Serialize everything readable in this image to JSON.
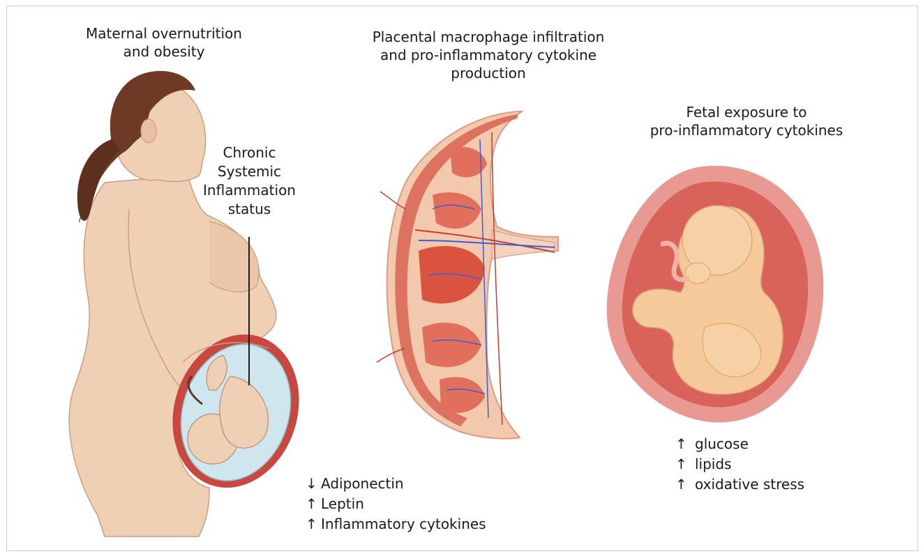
{
  "labels": {
    "maternal": [
      "Maternal overnutrition",
      "and obesity"
    ],
    "systemic": [
      "Chronic",
      "Systemic",
      "Inflammation",
      "status"
    ],
    "placental": [
      "Placental macrophage infiltration",
      "and pro-inflammatory cytokine",
      "production"
    ],
    "fetal": [
      "Fetal exposure to",
      "pro-inflammatory cytokines"
    ]
  },
  "maternal_markers": [
    {
      "arrow": "↓",
      "text": "Adiponectin"
    },
    {
      "arrow": "↑",
      "text": "Leptin"
    },
    {
      "arrow": "↑",
      "text": "Inflammatory cytokines"
    }
  ],
  "fetal_markers": [
    {
      "arrow": "↑",
      "text": "glucose"
    },
    {
      "arrow": "↑",
      "text": "lipids"
    },
    {
      "arrow": "↑",
      "text": "oxidative stress"
    }
  ],
  "colors": {
    "skin": "#f0d0b4",
    "skin_shadow": "#d9b093",
    "hair": "#6e3a26",
    "uterus": "#c8473e",
    "amniotic": "#cfe6ee",
    "placenta_tissue": "#f2c9ad",
    "placenta_villi": "#e0705c",
    "fetus": "#f5c99a",
    "vessel_blue": "#3d5bd9",
    "vessel_red": "#c63a2c"
  }
}
